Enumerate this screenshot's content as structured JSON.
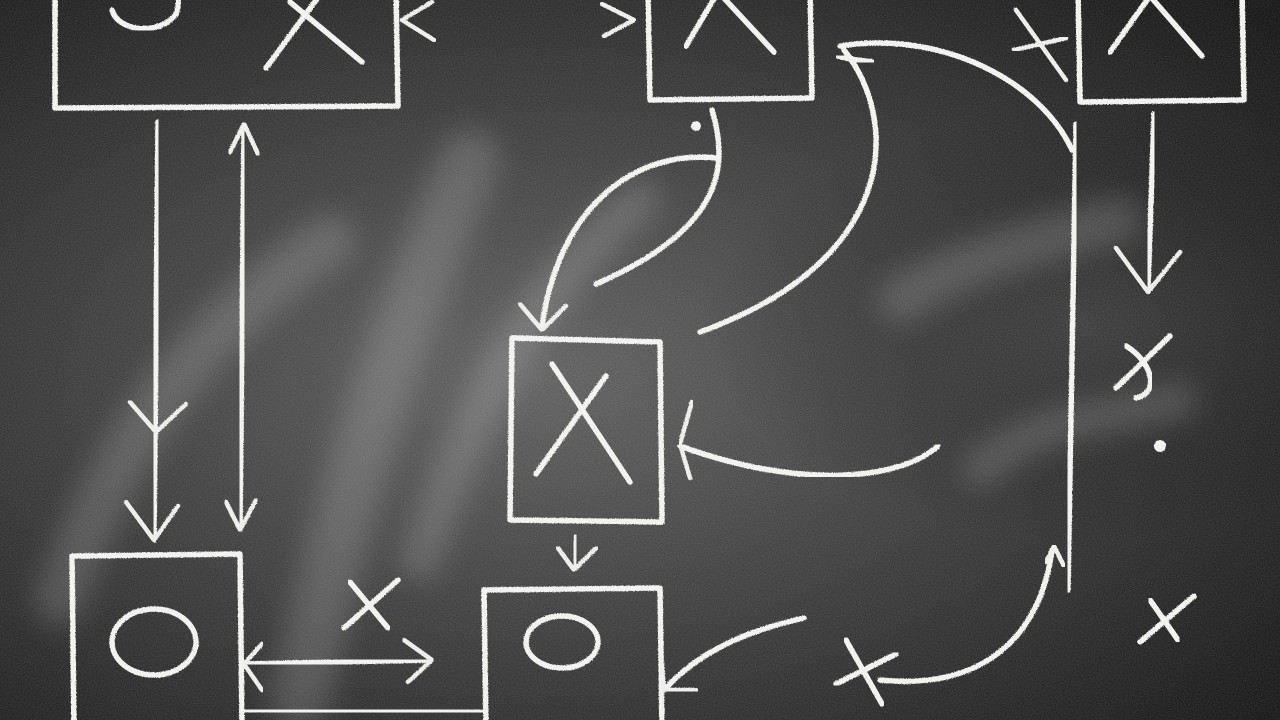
{
  "image": {
    "subject": "chalkboard-play-diagram",
    "colors": {
      "board_dark": "#0f0f0f",
      "board_mid": "#4a4a4a",
      "chalk": "#f2f2ee"
    }
  },
  "players": [
    {
      "id": "box-top-left",
      "marks": [
        "o",
        "x"
      ]
    },
    {
      "id": "box-top-center",
      "marks": [
        "x"
      ]
    },
    {
      "id": "box-top-right",
      "marks": [
        "x"
      ]
    },
    {
      "id": "box-center",
      "marks": [
        "x"
      ]
    },
    {
      "id": "box-bottom-left",
      "marks": [
        "o"
      ]
    },
    {
      "id": "box-bottom-center",
      "marks": [
        "o"
      ]
    }
  ],
  "loose_marks": [
    "x",
    "x",
    "x",
    "x"
  ]
}
